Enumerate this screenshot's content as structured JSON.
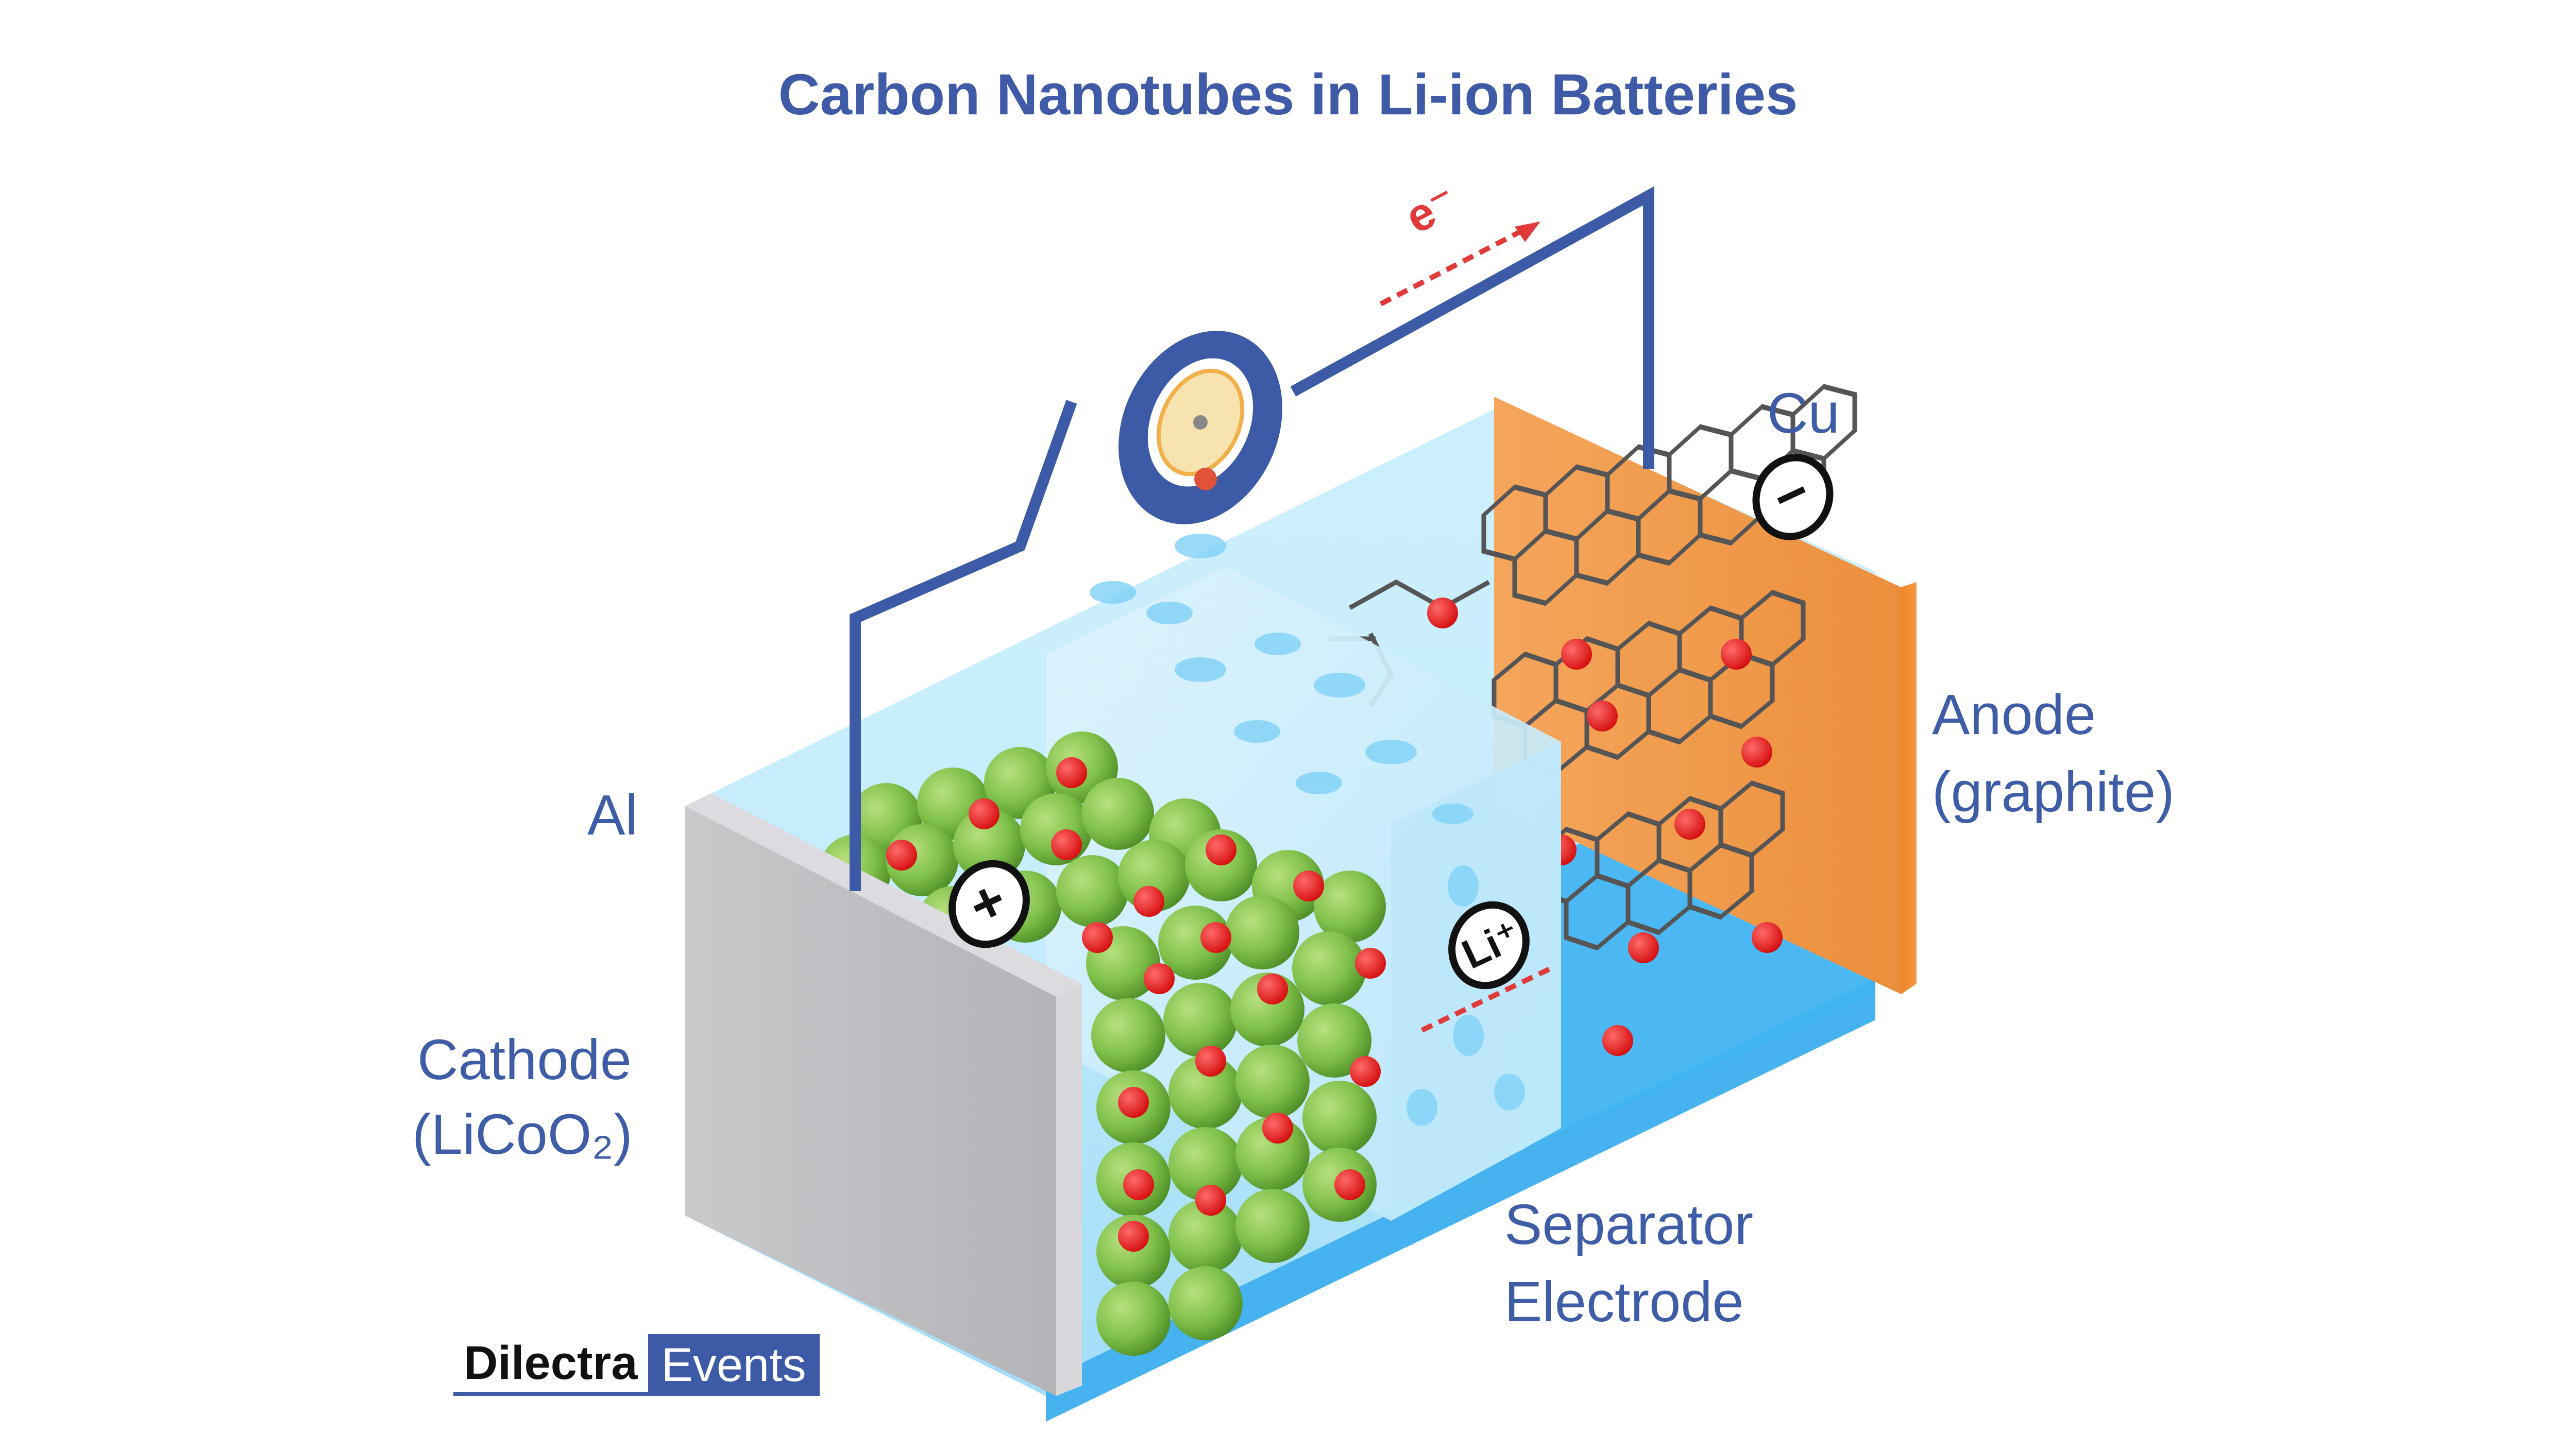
{
  "title": "Carbon Nanotubes in Li-ion Batteries",
  "labels": {
    "cu": "Cu",
    "al": "Al",
    "anode_line1": "Anode",
    "anode_line2": "(graphite)",
    "cathode_line1": "Cathode",
    "cathode_line2": "(LiCoO₂)",
    "separator_line1": "Separator",
    "separator_line2": "Electrode"
  },
  "badges": {
    "anode_charge": "−",
    "cathode_charge": "+",
    "ion": "Li⁺"
  },
  "arrow_label": "e⁻",
  "logo": {
    "part1": "Dilectra",
    "part2": "Events"
  },
  "colors": {
    "wire": "#3c5aa6",
    "title": "#3f5aa6",
    "anode_plate": "#f39a48",
    "cathode_plate": "#c8c8cc",
    "electrolyte": "#a9e4fb",
    "separator": "#cdeefd",
    "cathode_particle": "#7fc04a",
    "lithium_ion": "#e31b1b",
    "graphite_lines": "#555555"
  }
}
